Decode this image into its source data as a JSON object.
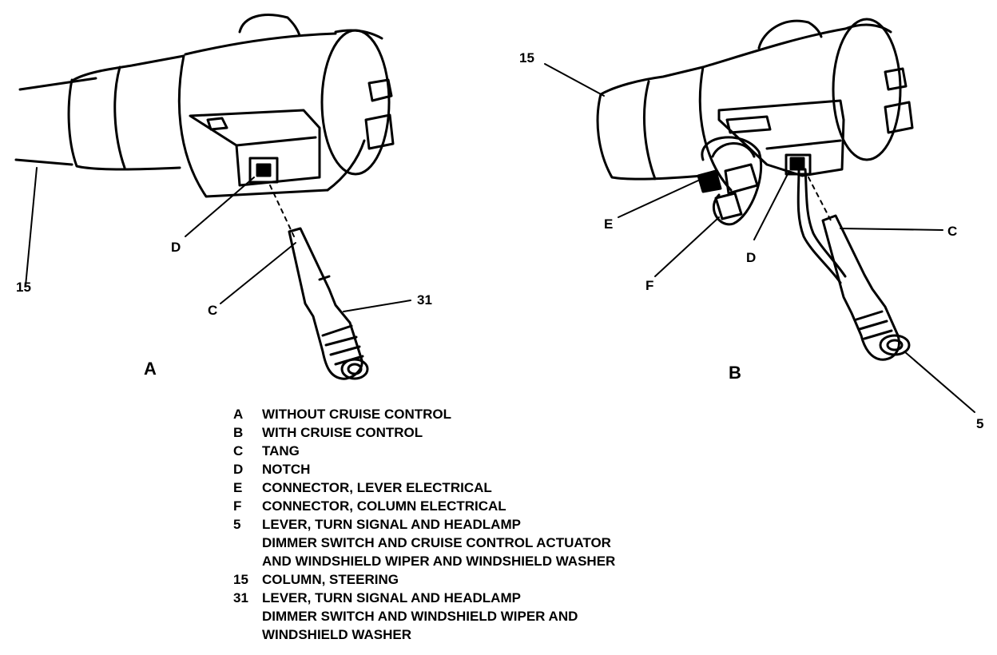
{
  "view_labels": {
    "a": "A",
    "b": "B"
  },
  "callouts": {
    "a_column": "15",
    "a_notch": "D",
    "a_tang": "C",
    "a_lever": "31",
    "b_column": "15",
    "b_lever_connector": "E",
    "b_column_connector": "F",
    "b_notch": "D",
    "b_tang": "C",
    "b_lever": "5"
  },
  "legend": [
    {
      "key": "A",
      "lines": [
        "WITHOUT CRUISE CONTROL"
      ]
    },
    {
      "key": "B",
      "lines": [
        "WITH CRUISE CONTROL"
      ]
    },
    {
      "key": "C",
      "lines": [
        "TANG"
      ]
    },
    {
      "key": "D",
      "lines": [
        "NOTCH"
      ]
    },
    {
      "key": "E",
      "lines": [
        "CONNECTOR, LEVER ELECTRICAL"
      ]
    },
    {
      "key": "F",
      "lines": [
        "CONNECTOR, COLUMN ELECTRICAL"
      ]
    },
    {
      "key": "5",
      "lines": [
        "LEVER, TURN SIGNAL AND HEADLAMP",
        "DIMMER SWITCH AND CRUISE CONTROL ACTUATOR",
        "AND WINDSHIELD WIPER AND WINDSHIELD WASHER"
      ]
    },
    {
      "key": "15",
      "lines": [
        "COLUMN, STEERING"
      ]
    },
    {
      "key": "31",
      "lines": [
        "LEVER, TURN SIGNAL AND HEADLAMP",
        "DIMMER SWITCH AND WINDSHIELD WIPER AND",
        "WINDSHIELD WASHER"
      ]
    }
  ]
}
